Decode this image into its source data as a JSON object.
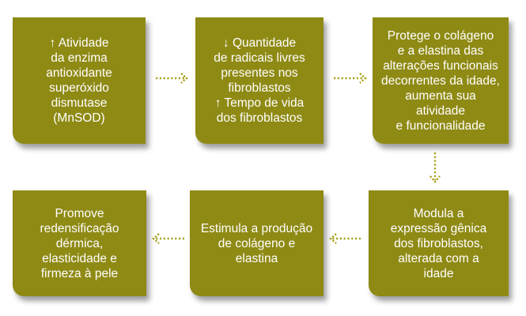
{
  "colors": {
    "box_fill": "#8f8a14",
    "box_text": "#ffffff",
    "arrow": "#a8a21c"
  },
  "steps": [
    {
      "text": "↑ Atividade\nda enzima\nantioxidante\nsuperóxido\ndismutase\n(MnSOD)"
    },
    {
      "text": "↓ Quantidade\nde radicais livres\npresentes nos\nfibroblastos\n↑ Tempo de vida\ndos fibroblastos"
    },
    {
      "text": "Protege o colágeno\ne a elastina das\nalterações funcionais\ndecorrentes da idade,\naumenta sua atividade\ne funcionalidade"
    },
    {
      "text": "Modula a\nexpressão gênica\ndos fibroblastos,\nalterada com a\nidade"
    },
    {
      "text": "Estimula a produção\nde colágeno e\nelastina"
    },
    {
      "text": "Promove\nredensificação\ndérmica,\nelasticidade e\nfirmeza à pele"
    }
  ],
  "connectors": [
    {
      "from": 0,
      "to": 1,
      "direction": "right"
    },
    {
      "from": 1,
      "to": 2,
      "direction": "right"
    },
    {
      "from": 2,
      "to": 3,
      "direction": "down"
    },
    {
      "from": 3,
      "to": 4,
      "direction": "left"
    },
    {
      "from": 4,
      "to": 5,
      "direction": "left"
    }
  ]
}
